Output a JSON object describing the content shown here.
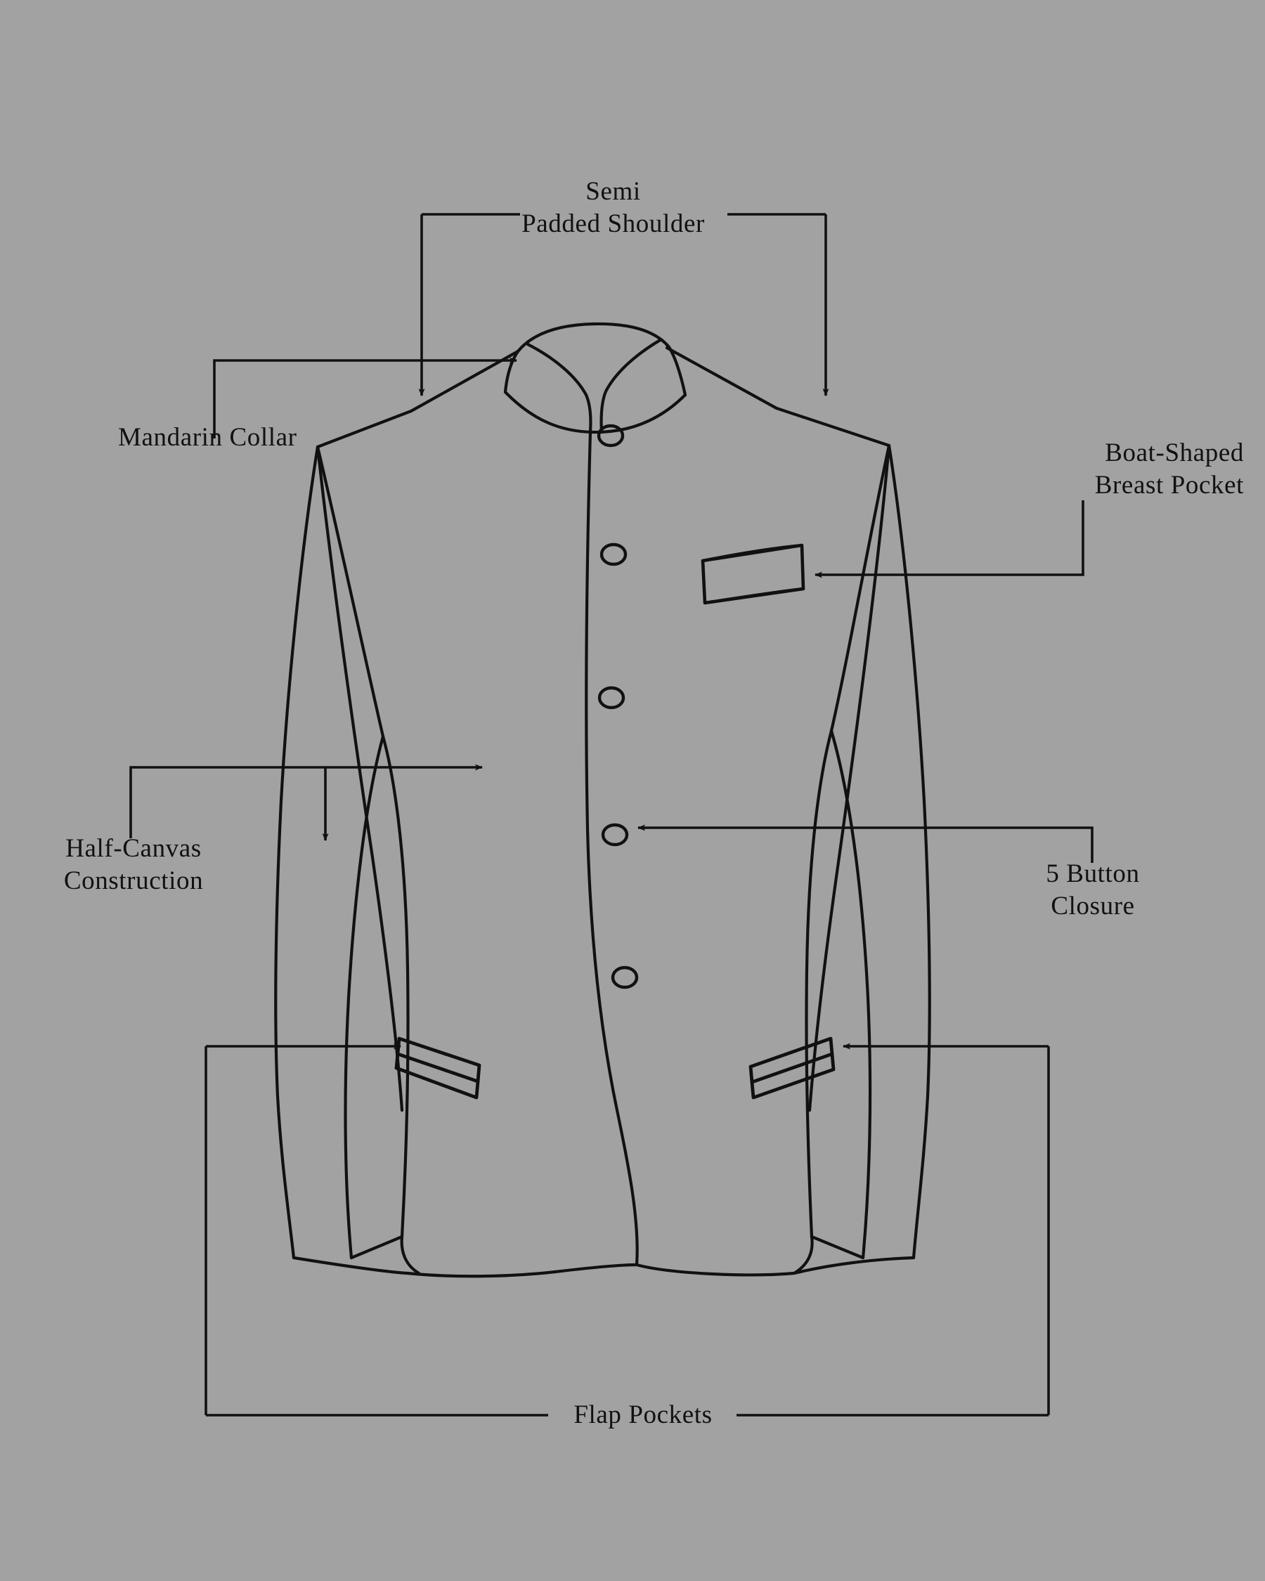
{
  "diagram": {
    "title": "Bandhgala / Mandarin Collar Suit Jacket Technical Illustration",
    "background_color": "#a2a2a2",
    "line_color": "#111111",
    "annotations": [
      {
        "id": "semi-padded-shoulder",
        "label_line_1": "Semi",
        "label_line_2": "Padded Shoulder",
        "pointer": "bracket-two-arrows-down"
      },
      {
        "id": "mandarin-collar",
        "label_line_1": "Mandarin Collar",
        "label_line_2": "",
        "pointer": "elbow-arrow-right"
      },
      {
        "id": "boat-shaped-breast-pocket",
        "label_line_1": "Boat-Shaped",
        "label_line_2": "Breast Pocket",
        "pointer": "elbow-arrow-left"
      },
      {
        "id": "half-canvas-construction",
        "label_line_1": "Half-Canvas",
        "label_line_2": "Construction",
        "pointer": "elbow-arrow-right-and-down"
      },
      {
        "id": "five-button-closure",
        "label_line_1": "5 Button",
        "label_line_2": "Closure",
        "pointer": "elbow-arrow-left"
      },
      {
        "id": "flap-pockets",
        "label_line_1": "Flap Pockets",
        "label_line_2": "",
        "pointer": "wide-bracket-two-arrows-inward"
      }
    ],
    "garment": {
      "name": "mandarin-collar-jacket",
      "button_count": 5,
      "features": [
        "Semi Padded Shoulder",
        "Mandarin Collar",
        "Boat-Shaped Breast Pocket",
        "Half-Canvas Construction",
        "5 Button Closure",
        "Flap Pockets"
      ]
    }
  }
}
